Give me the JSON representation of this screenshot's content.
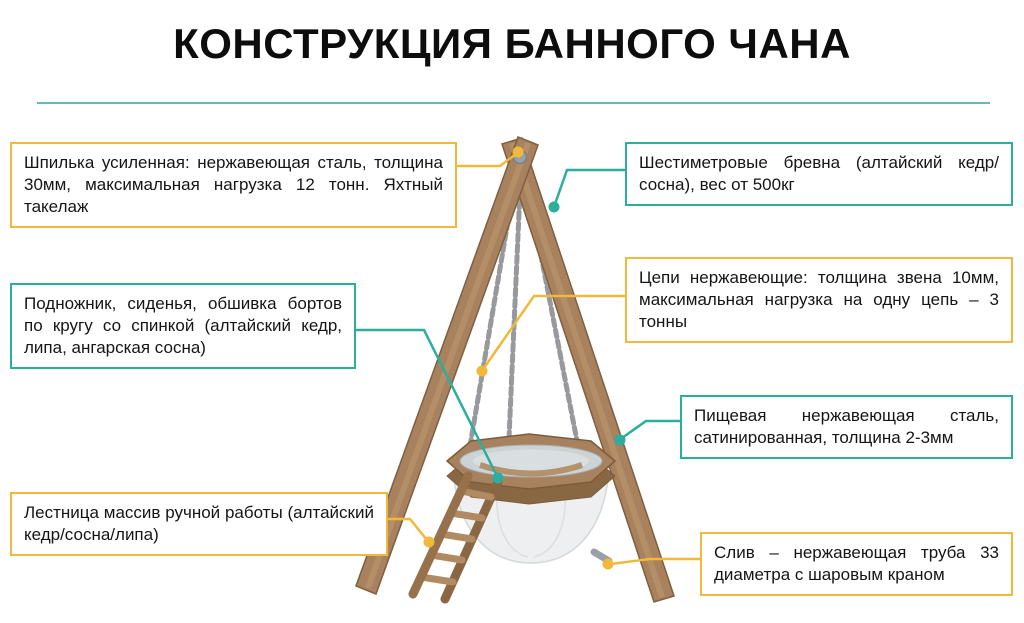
{
  "title": "КОНСТРУКЦИЯ БАННОГО ЧАНА",
  "colors": {
    "accent_yellow": "#F0B93B",
    "accent_teal": "#2BAE9B",
    "divider": "#6AB7AD",
    "wood": "#A8825E",
    "steel": "#CDD4D6"
  },
  "callouts": [
    {
      "id": "stud",
      "accent": "yellow",
      "text": "Шпилька усиленная: нержавеющая сталь, толщина 30мм, максимальная нагрузка 12 тонн. Яхтный такелаж"
    },
    {
      "id": "seats",
      "accent": "teal",
      "text": "Подножник, сиденья, обшивка бортов по кругу со спинкой (алтайский кедр, липа, ангарская сосна)"
    },
    {
      "id": "ladder",
      "accent": "yellow",
      "text": "Лестница массив ручной работы (алтайский кедр/сосна/липа)"
    },
    {
      "id": "logs",
      "accent": "teal",
      "text": "Шестиметровые бревна (алтайский кедр/сосна), вес от 500кг"
    },
    {
      "id": "chains",
      "accent": "yellow",
      "text": "Цепи нержавеющие: толщина звена 10мм, максимальная нагрузка на одну цепь – 3 тонны"
    },
    {
      "id": "steel",
      "accent": "teal",
      "text": "Пищевая нержавеющая сталь, сатинированная, толщина 2-3мм"
    },
    {
      "id": "drain",
      "accent": "yellow",
      "text": "Слив – нержавеющая труба 33 диаметра с шаровым краном"
    }
  ]
}
